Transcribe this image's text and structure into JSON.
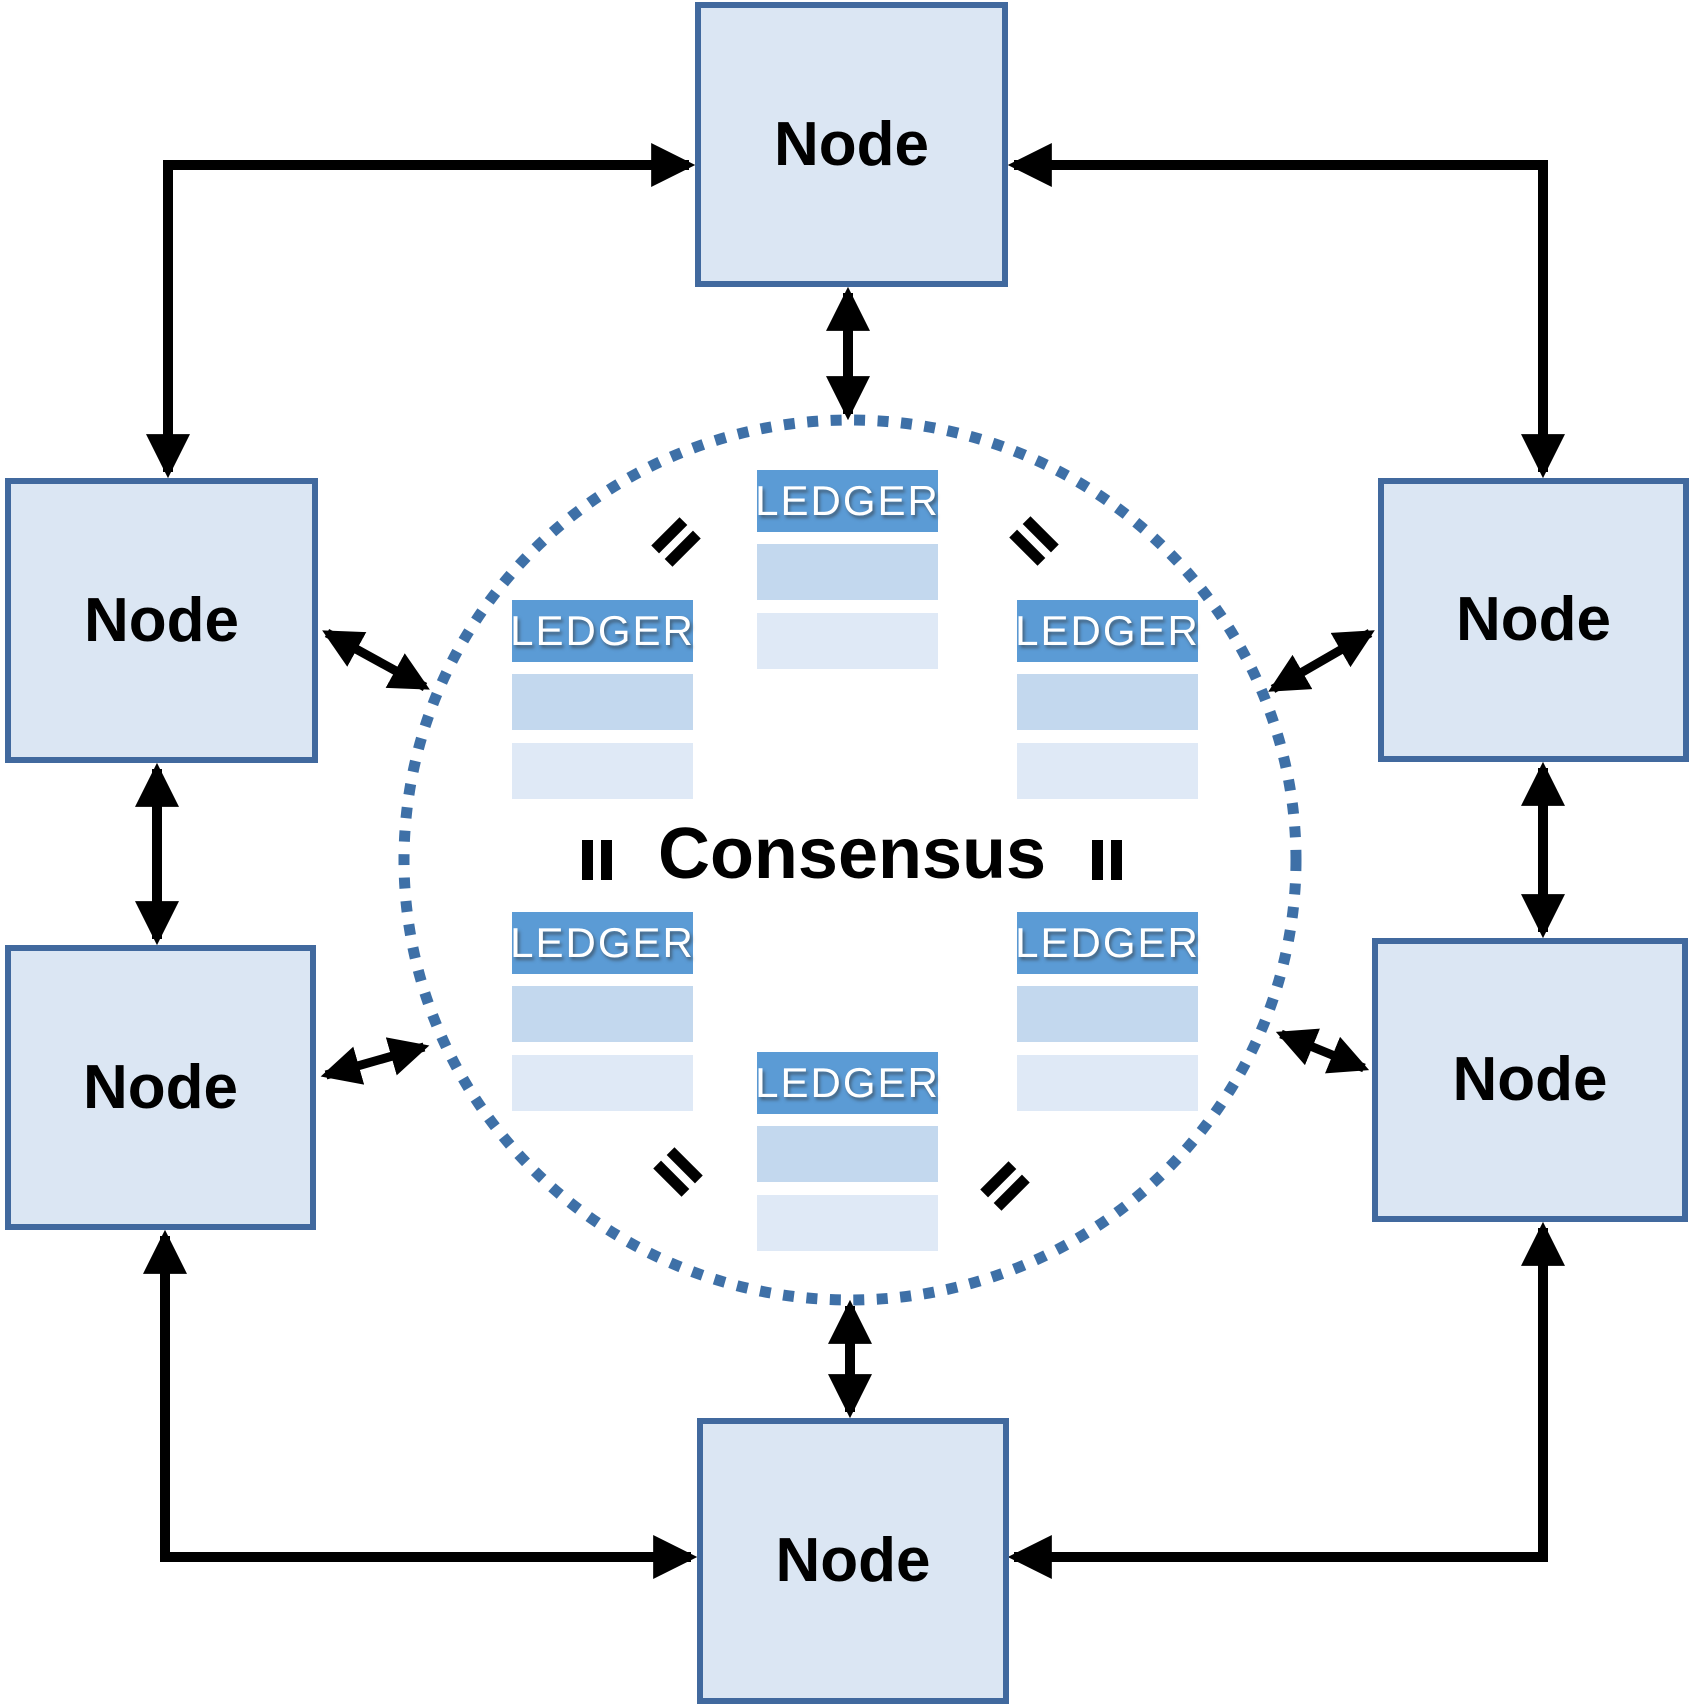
{
  "diagram": {
    "center_label": "Consensus",
    "nodes": [
      {
        "position": "top",
        "label": "Node"
      },
      {
        "position": "upper-left",
        "label": "Node"
      },
      {
        "position": "upper-right",
        "label": "Node"
      },
      {
        "position": "lower-left",
        "label": "Node"
      },
      {
        "position": "lower-right",
        "label": "Node"
      },
      {
        "position": "bottom",
        "label": "Node"
      }
    ],
    "ledgers": [
      {
        "position": "top-center",
        "label": "LEDGER",
        "rows": 2
      },
      {
        "position": "upper-left",
        "label": "LEDGER",
        "rows": 2
      },
      {
        "position": "upper-right",
        "label": "LEDGER",
        "rows": 2
      },
      {
        "position": "lower-left",
        "label": "LEDGER",
        "rows": 2
      },
      {
        "position": "lower-right",
        "label": "LEDGER",
        "rows": 2
      },
      {
        "position": "bottom-center",
        "label": "LEDGER",
        "rows": 2
      }
    ],
    "equals_marks": [
      {
        "position": "top-left",
        "symbol": "="
      },
      {
        "position": "top-right",
        "symbol": "="
      },
      {
        "position": "middle-left",
        "symbol": "="
      },
      {
        "position": "middle-right",
        "symbol": "="
      },
      {
        "position": "bottom-left",
        "symbol": "="
      },
      {
        "position": "bottom-right",
        "symbol": "="
      }
    ],
    "colors": {
      "background": "#ffffff",
      "node_fill": "#dbe6f3",
      "node_border": "#41699e",
      "node_text": "#000000",
      "ledger_header": "#5b9bd5",
      "ledger_header_text": "#ffffff",
      "ledger_row_medium": "#c3d8ee",
      "ledger_row_light": "#dfe9f6",
      "circle_dots": "#3e70a7",
      "arrow": "#000000",
      "equals": "#000000"
    }
  }
}
